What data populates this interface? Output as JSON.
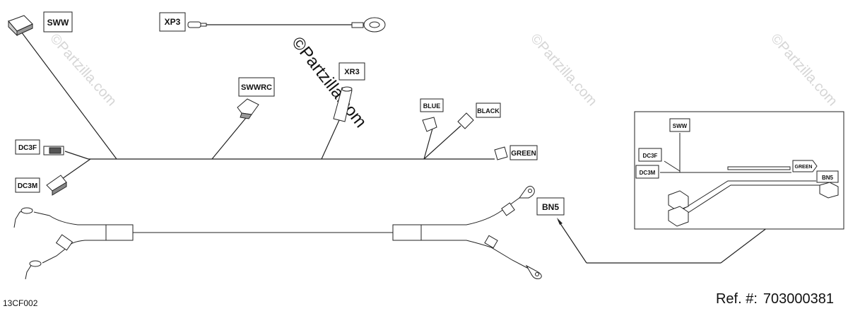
{
  "watermark": "©Partzilla.com",
  "labels": {
    "sww": "SWW",
    "xp3": "XP3",
    "swwrc": "SWWRC",
    "xr3": "XR3",
    "blue": "BLUE",
    "black": "BLACK",
    "green": "GREEN",
    "dc3f": "DC3F",
    "dc3m": "DC3M",
    "bn5": "BN5"
  },
  "detail_labels": {
    "sww": "SWW",
    "dc3f": "DC3F",
    "dc3m": "DC3M",
    "green": "GREEN",
    "bn5": "BN5"
  },
  "footer": {
    "ref_prefix": "Ref. #:",
    "ref_number": "703000381",
    "drawing_code": "13CF002"
  },
  "colors": {
    "line": "#222222",
    "watermark": "#d0d0d0"
  }
}
